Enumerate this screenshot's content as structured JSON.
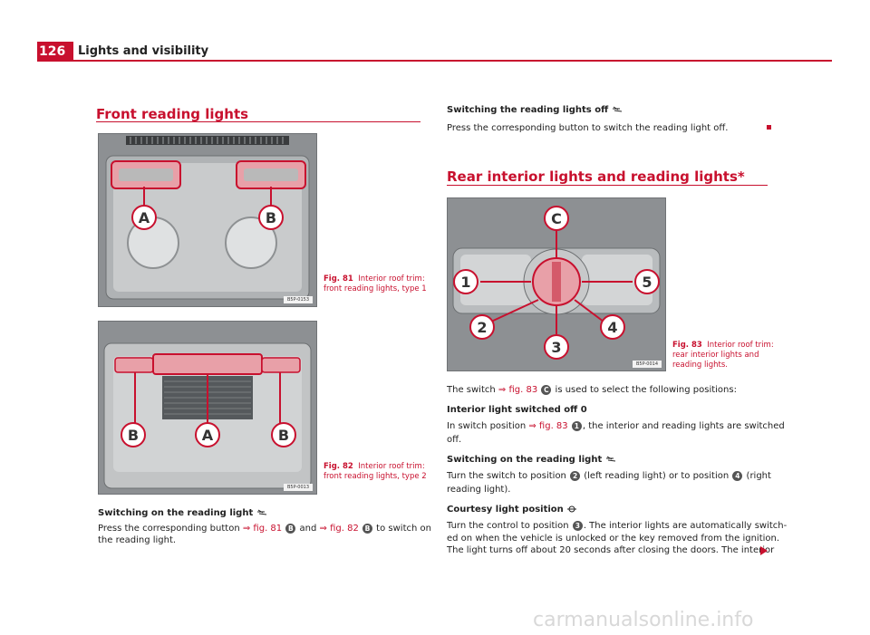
{
  "header": {
    "page_number": "126",
    "title": "Lights and visibility"
  },
  "left": {
    "section_title": "Front reading lights",
    "fig81": {
      "caption_num": "Fig. 81",
      "caption": "Interior roof trim: front reading lights, type 1",
      "code": "B5P-0153",
      "callout_a": "A",
      "callout_b": "B"
    },
    "fig82": {
      "caption_num": "Fig. 82",
      "caption": "Interior roof trim: front reading lights, type 2",
      "code": "B5P-0013",
      "callout_a": "A",
      "callout_b1": "B",
      "callout_b2": "B"
    },
    "on_heading": "Switching on the reading light",
    "on_text_1": "Press the corresponding button ",
    "on_ref_1": "⇒ fig. 81",
    "on_badge_1": "B",
    "on_text_2": " and ",
    "on_ref_2": "⇒ fig. 82",
    "on_badge_2": "B",
    "on_text_3": " to switch on",
    "on_text_4": "the reading light."
  },
  "right": {
    "off_heading": "Switching the reading lights off",
    "off_text": "Press the corresponding button to switch the reading light off.",
    "section_title": "Rear interior lights and reading lights*",
    "fig83": {
      "caption_num": "Fig. 83",
      "caption": "Interior roof trim: rear interior lights and reading lights.",
      "code": "B5P-0014",
      "c1": "1",
      "c2": "2",
      "c3": "3",
      "c4": "4",
      "c5": "5",
      "cc": "C"
    },
    "switch_text_1": "The switch ",
    "switch_ref": "⇒ fig. 83",
    "switch_badge": "C",
    "switch_text_2": " is used to select the following positions:",
    "h_off": "Interior light switched off 0",
    "off_pos_1": "In switch position ",
    "off_pos_ref": "⇒ fig. 83",
    "off_pos_badge": "1",
    "off_pos_2": ", the interior and reading lights are switched",
    "off_pos_3": "off.",
    "h_on": "Switching on the reading light",
    "on_1": "Turn the switch to position ",
    "on_badge_a": "2",
    "on_2": " (left reading light) or to position ",
    "on_badge_b": "4",
    "on_3": " (right",
    "on_4": "reading light).",
    "h_courtesy": "Courtesy light position",
    "c_1": "Turn the control to position ",
    "c_badge": "3",
    "c_2": ". The interior lights are automatically switch-",
    "c_3": "ed on when the vehicle is unlocked or the key removed from the ignition.",
    "c_4": "The light turns off about 20 seconds after closing the doors. The interior"
  },
  "watermark": "carmanualsonline.info"
}
